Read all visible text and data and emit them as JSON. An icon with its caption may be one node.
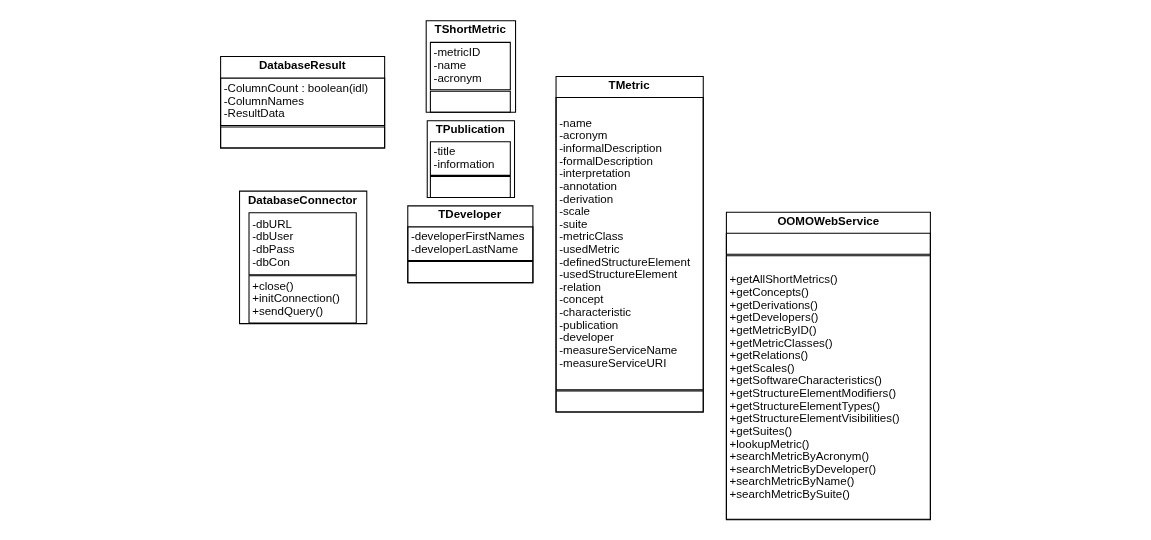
{
  "diagram": {
    "nodes": [
      {
        "text": [
          "DatabaseConnector"
        ]
      },
      {
        "text": [
          "-dbURL",
          "-dbUser",
          "-dbPass",
          "-dbCon"
        ],
        "in": 0
      },
      {
        "text": [
          "+close()",
          "+initConnection()",
          "+sendQuery()"
        ],
        "in": 0
      },
      {
        "text": [
          "DatabaseResult"
        ]
      },
      {
        "text": [
          "-ColumnCount : boolean(idl)",
          "-ColumnNames",
          "-ResultData"
        ],
        "in": 3
      },
      {
        "text": [],
        "shape": "box",
        "in": 3
      },
      {
        "text": [
          "TDeveloper"
        ]
      },
      {
        "text": [
          "-developerFirstNames",
          "-developerLastName"
        ],
        "in": 6
      },
      {
        "text": [],
        "shape": "box",
        "in": 6
      },
      {
        "text": [
          "TPublication"
        ]
      },
      {
        "text": [
          "-title",
          "-information"
        ],
        "in": 9
      },
      {
        "text": [],
        "shape": "box",
        "in": 9
      },
      {
        "text": [
          "TShortMetric"
        ]
      },
      {
        "text": [
          "-metricID",
          "-name",
          "-acronym"
        ],
        "in": 12
      },
      {
        "text": [],
        "shape": "box",
        "in": 12
      },
      {
        "text": [
          "TMetric"
        ]
      },
      {
        "text": [
          "-name",
          "-acronym",
          "-informalDescription",
          "-formalDescription",
          "-interpretation",
          "-annotation",
          "-derivation",
          "-scale",
          "-suite",
          "-metricClass",
          "-usedMetric",
          "-definedStructureElement",
          "-usedStructureElement",
          "-relation",
          "-concept",
          "-characteristic",
          "-publication",
          "-developer",
          "-measureServiceName",
          "-measureServiceURI"
        ],
        "in": 15
      },
      {
        "text": [],
        "shape": "box",
        "in": 15
      },
      {
        "text": [
          "OOMOWebService"
        ]
      },
      {
        "text": [],
        "shape": "box",
        "in": 18
      },
      {
        "text": [
          "+getAllShortMetrics()",
          "+getConcepts()",
          "+getDerivations()",
          "+getDevelopers()",
          "+getMetricByID()",
          "+getMetricClasses()",
          "+getRelations()",
          "+getScales()",
          "+getSoftwareCharacteristics()",
          "+getStructureElementModifiers()",
          "+getStructureElementTypes()",
          "+getStructureElementVisibilities()",
          "+getSuites()",
          "+lookupMetric()",
          "+searchMetricByAcronym()",
          "+searchMetricByDeveloper()",
          "+searchMetricByName()",
          "+searchMetricBySuite()"
        ],
        "in": 18
      }
    ],
    "edges": []
  }
}
